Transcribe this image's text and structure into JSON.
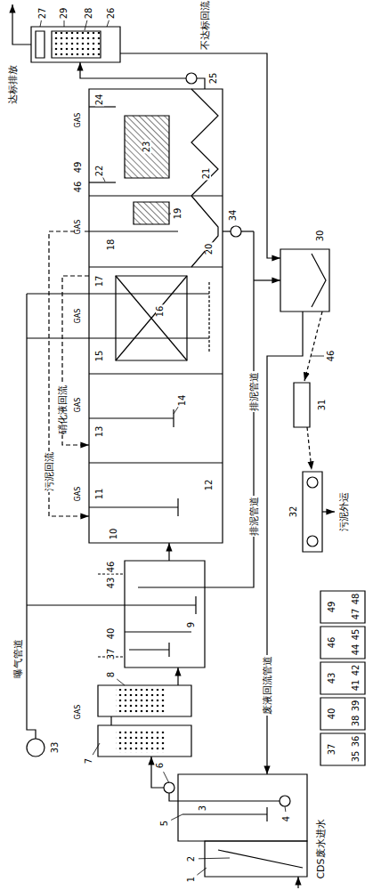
{
  "diagram": {
    "labels": [
      "1",
      "2",
      "3",
      "4",
      "5",
      "6",
      "7",
      "8",
      "9",
      "10",
      "11",
      "12",
      "13",
      "14",
      "15",
      "16",
      "17",
      "18",
      "19",
      "20",
      "21",
      "22",
      "23",
      "24",
      "25",
      "26",
      "27",
      "28",
      "29",
      "30",
      "31",
      "32",
      "33",
      "34",
      "35",
      "36",
      "37",
      "38",
      "39",
      "40",
      "41",
      "42",
      "43",
      "44",
      "45",
      "46",
      "47",
      "48",
      "49",
      "37",
      "40",
      "43",
      "46",
      "46",
      "49",
      "46",
      "CDS废水进水",
      "曝气管道",
      "排泥管道",
      "排泥管道",
      "污泥回流",
      "硝化液回流",
      "废液回流管道",
      "污泥外运",
      "达标排放",
      "不达标回流",
      "GAS",
      "GAS",
      "GAS",
      "GAS",
      "GAS",
      "GAS"
    ]
  }
}
